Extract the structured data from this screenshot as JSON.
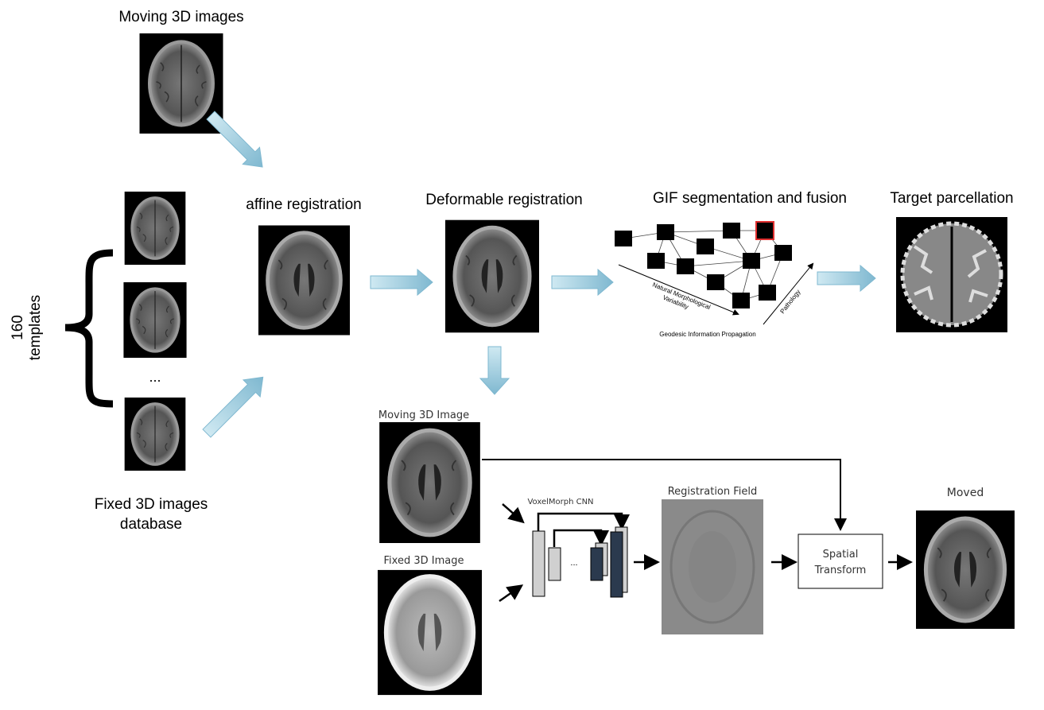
{
  "labels": {
    "moving_images": "Moving 3D images",
    "templates_count": "160",
    "templates_word": "templates",
    "ellipsis": "...",
    "fixed_db_line1": "Fixed 3D images",
    "fixed_db_line2": "database",
    "affine": "affine registration",
    "deformable": "Deformable registration",
    "gif": "GIF segmentation and fusion",
    "target": "Target parcellation",
    "gif_axis_natural_1": "Natural Morphological",
    "gif_axis_natural_2": "Variability",
    "gif_axis_pathology": "Pathology",
    "gif_axis_geodesic": "Geodesic Information Propagation",
    "moving_image": "Moving 3D Image",
    "fixed_image": "Fixed 3D Image",
    "cnn": "VoxelMorph CNN",
    "cnn_ellipsis": "...",
    "reg_field": "Registration Field",
    "spatial_1": "Spatial",
    "spatial_2": "Transform",
    "moved": "Moved"
  },
  "colors": {
    "flow_arrow": "#9fcfe0",
    "cnn_light": "#d0d0d0",
    "cnn_dark": "#2b3a4e",
    "gif_highlight": "#e03030"
  }
}
